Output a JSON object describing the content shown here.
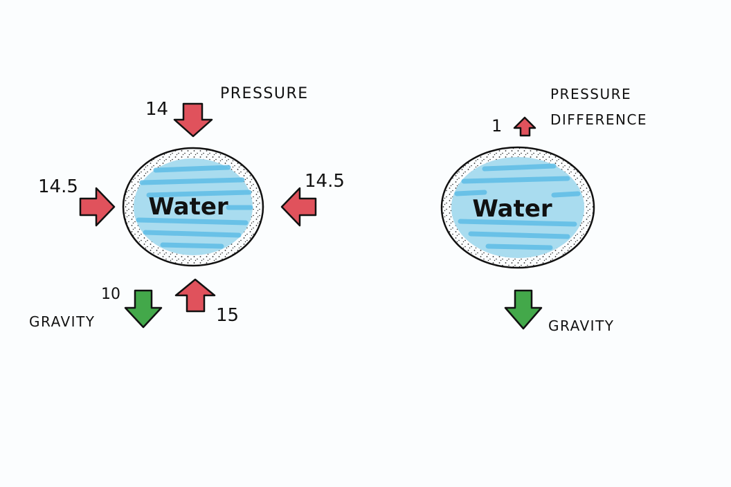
{
  "colors": {
    "paper": "#fbfdfe",
    "water_fill": "#a9dcef",
    "water_streak": "#5fbde6",
    "pressure_arrow": "#e0525c",
    "gravity_arrow": "#43a84a",
    "ink": "#111111"
  },
  "left_diagram": {
    "drop_label": "Water",
    "pressure_label": "PRESSURE",
    "gravity_label": "GRAVITY",
    "top_force": "14",
    "left_force": "14.5",
    "right_force": "14.5",
    "bottom_force": "15",
    "gravity_force": "10"
  },
  "right_diagram": {
    "drop_label": "Water",
    "pressure_label_line1": "PRESSURE",
    "pressure_label_line2": "DIFFERENCE",
    "net_force": "1",
    "gravity_label": "GRAVITY"
  }
}
